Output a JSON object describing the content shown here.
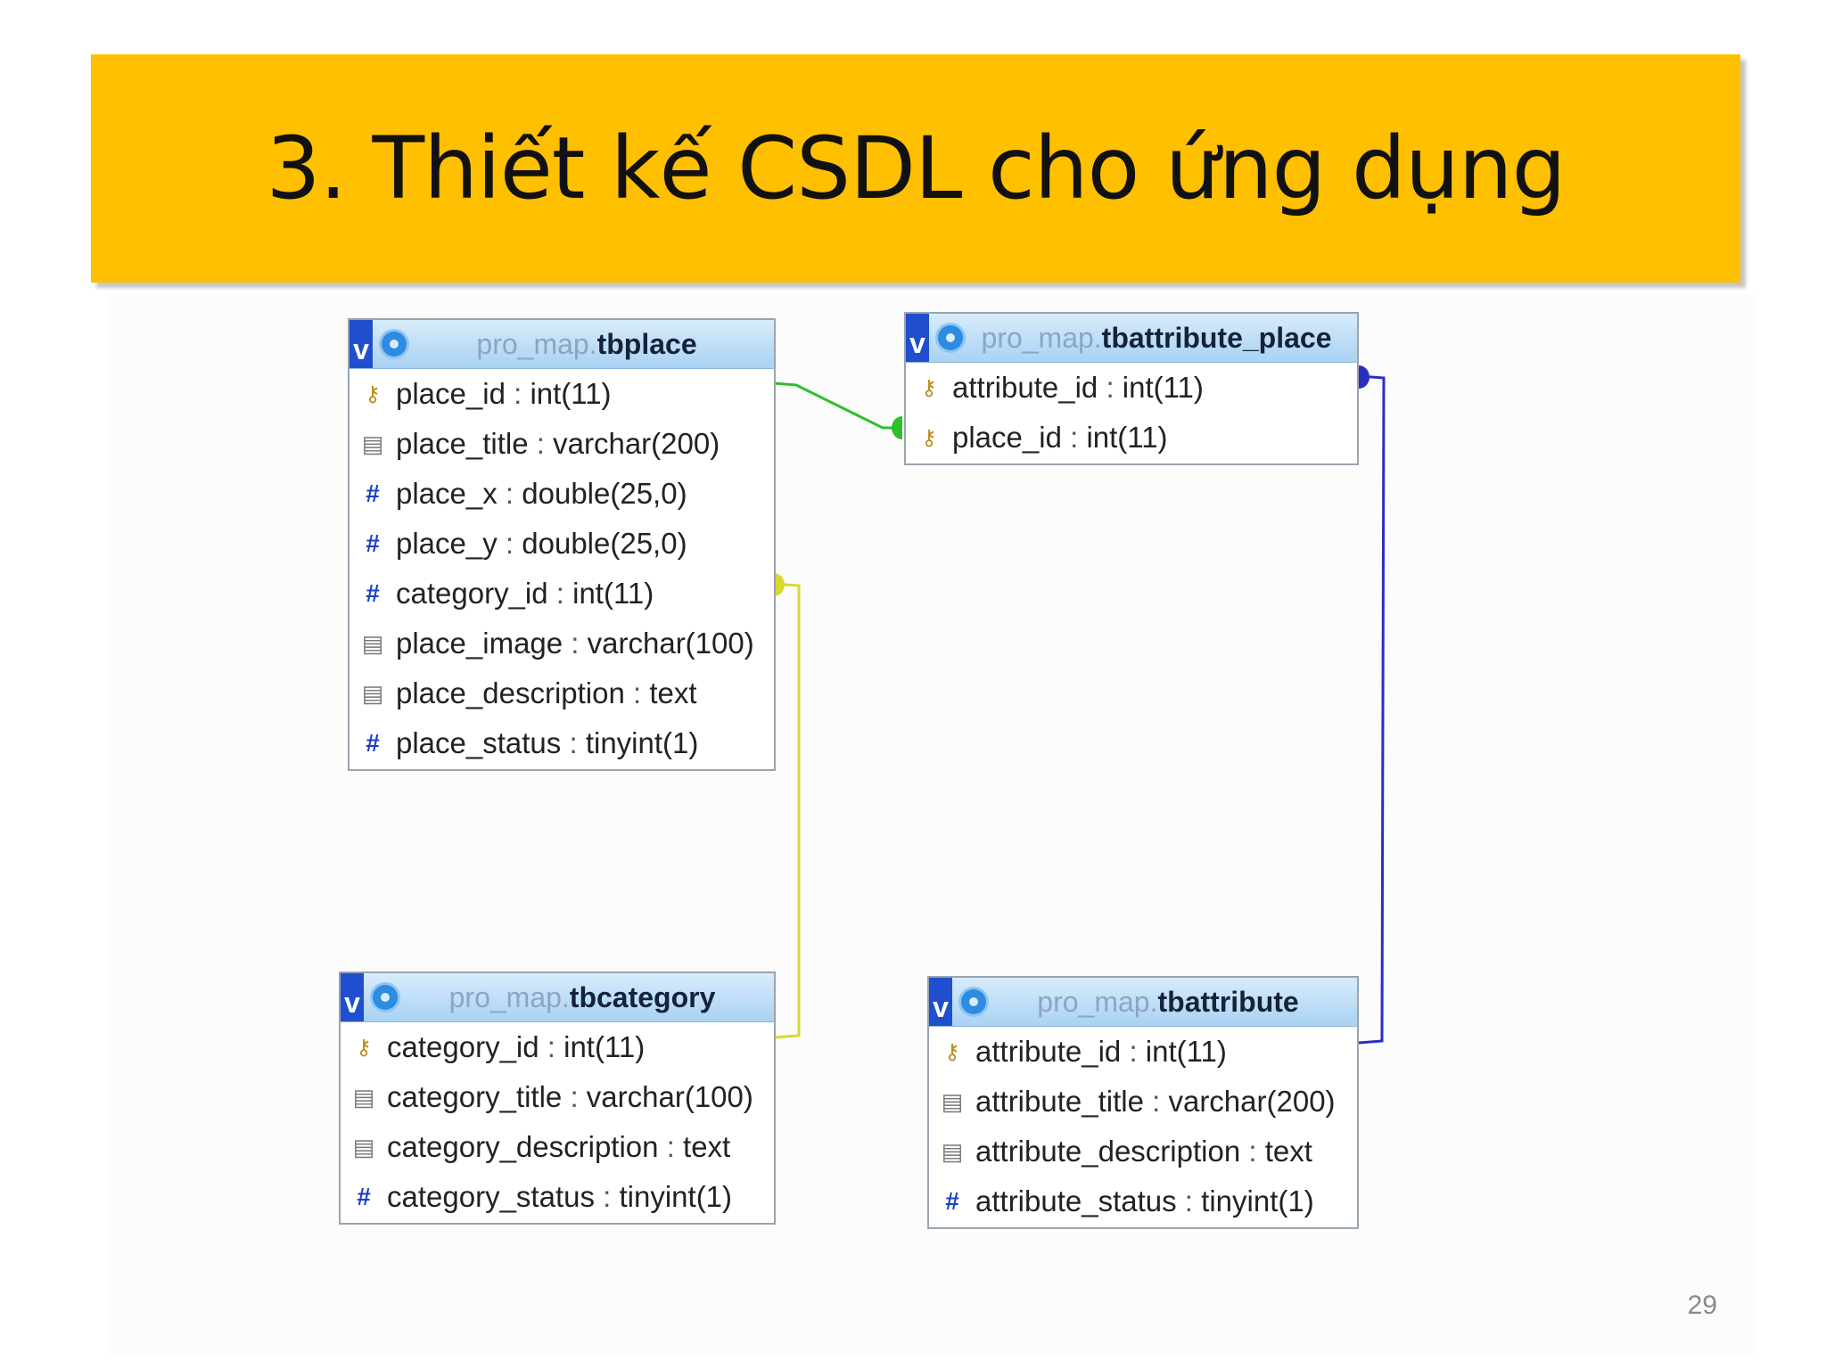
{
  "slide": {
    "title": "3. Thiết kế CSDL cho ứng dụng",
    "page_number": "29"
  },
  "colors": {
    "title_band": "#fec000",
    "header_gradient_top": "#d8ecfb",
    "header_gradient_bottom": "#a9d2f3",
    "toggle": "#1f4fcf",
    "link_green": "#2cc02c",
    "link_yellow": "#d8d830",
    "link_blue": "#2a2fc0"
  },
  "icons": {
    "toggle": "v-toggle-icon",
    "options": "gear-icon",
    "key": "key-icon",
    "text_column": "text-column-icon",
    "numeric_column": "numeric-column-icon"
  },
  "tables": {
    "tbplace": {
      "schema": "pro_map.",
      "name": "tbplace",
      "toggle": "v",
      "columns": [
        {
          "icon": "key",
          "name": "place_id",
          "type": "int(11)"
        },
        {
          "icon": "text",
          "name": "place_title",
          "type": "varchar(200)"
        },
        {
          "icon": "num",
          "name": "place_x",
          "type": "double(25,0)"
        },
        {
          "icon": "num",
          "name": "place_y",
          "type": "double(25,0)"
        },
        {
          "icon": "num",
          "name": "category_id",
          "type": "int(11)"
        },
        {
          "icon": "text",
          "name": "place_image",
          "type": "varchar(100)"
        },
        {
          "icon": "text",
          "name": "place_description",
          "type": "text"
        },
        {
          "icon": "num",
          "name": "place_status",
          "type": "tinyint(1)"
        }
      ]
    },
    "tbattribute_place": {
      "schema": "pro_map.",
      "name": "tbattribute_place",
      "toggle": "v",
      "columns": [
        {
          "icon": "key",
          "name": "attribute_id",
          "type": "int(11)"
        },
        {
          "icon": "key",
          "name": "place_id",
          "type": "int(11)"
        }
      ]
    },
    "tbcategory": {
      "schema": "pro_map.",
      "name": "tbcategory",
      "toggle": "v",
      "columns": [
        {
          "icon": "key",
          "name": "category_id",
          "type": "int(11)"
        },
        {
          "icon": "text",
          "name": "category_title",
          "type": "varchar(100)"
        },
        {
          "icon": "text",
          "name": "category_description",
          "type": "text"
        },
        {
          "icon": "num",
          "name": "category_status",
          "type": "tinyint(1)"
        }
      ]
    },
    "tbattribute": {
      "schema": "pro_map.",
      "name": "tbattribute",
      "toggle": "v",
      "columns": [
        {
          "icon": "key",
          "name": "attribute_id",
          "type": "int(11)"
        },
        {
          "icon": "text",
          "name": "attribute_title",
          "type": "varchar(200)"
        },
        {
          "icon": "text",
          "name": "attribute_description",
          "type": "text"
        },
        {
          "icon": "num",
          "name": "attribute_status",
          "type": "tinyint(1)"
        }
      ]
    }
  },
  "relations": [
    {
      "from": "tbplace.place_id",
      "to": "tbattribute_place.place_id",
      "color": "link_green"
    },
    {
      "from": "tbcategory.category_id",
      "to": "tbplace.category_id",
      "color": "link_yellow"
    },
    {
      "from": "tbattribute.attribute_id",
      "to": "tbattribute_place.attribute_id",
      "color": "link_blue"
    }
  ]
}
